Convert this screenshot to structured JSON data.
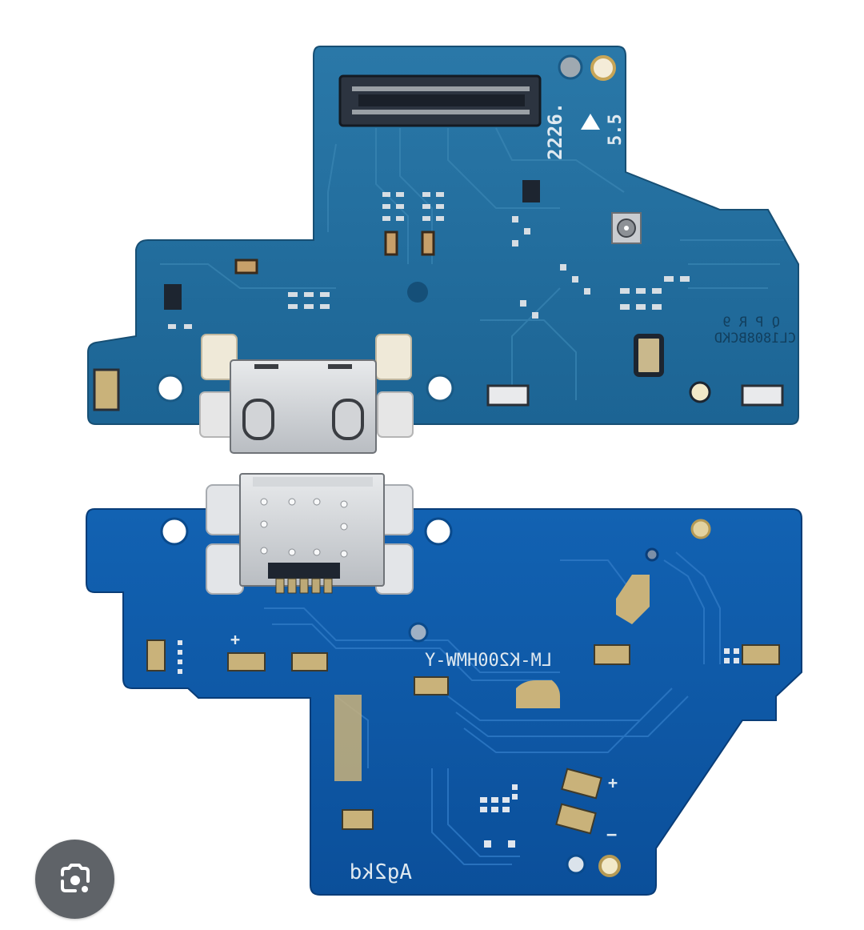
{
  "image": {
    "subject": "Two charging port PCB boards (top and bottom views) with USB connectors",
    "background_color": "#ffffff",
    "board_colors": {
      "top_board": "#1f6a9a",
      "bottom_board": "#0f58a8",
      "copper_pad": "#c9b27a",
      "connector_metal": "#c9ccd0"
    }
  },
  "top_board": {
    "silkscreen": {
      "code_rotated": "2226.",
      "version": "5.5",
      "part_code_mirrored": "CL1808BCKD",
      "rev_mirrored": "Q P R 9"
    }
  },
  "bottom_board": {
    "silkscreen": {
      "model_mirrored": "LM-K200HMW-Y",
      "code_mirrored": "Ag2kd",
      "plus_sign": "+",
      "minus_sign": "−"
    }
  },
  "overlay": {
    "lens_button": {
      "icon": "google-lens-icon",
      "background": "#5f6368",
      "icon_color": "#ffffff"
    }
  }
}
